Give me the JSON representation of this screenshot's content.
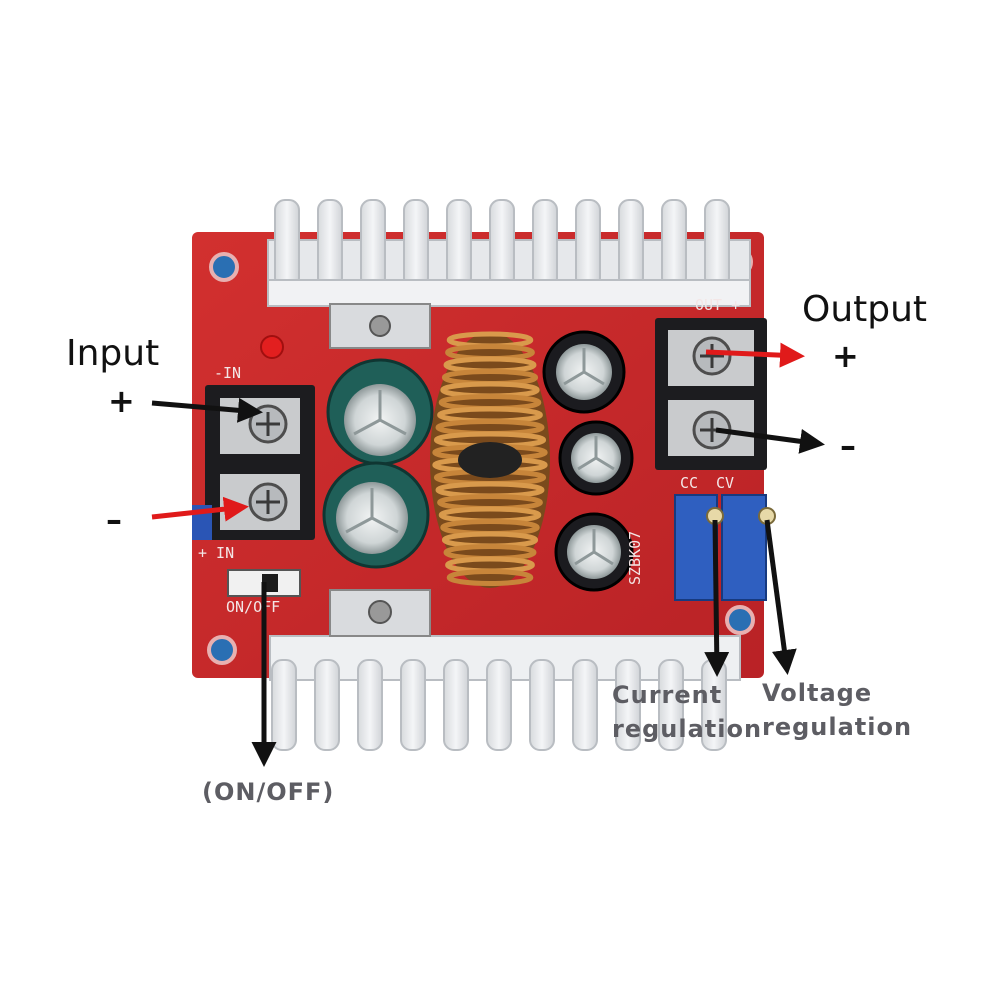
{
  "labels": {
    "input": "Input",
    "input_plus": "+",
    "input_minus": "–",
    "output": "Output",
    "output_plus": "+",
    "output_minus": "–",
    "current_regulation": "Current\nregulation",
    "voltage_regulation": "Voltage\nregulation",
    "on_off": "(ON/OFF)"
  },
  "pcb_silkscreen": {
    "in_minus": "-IN",
    "in_plus": "+ IN",
    "out": "OUT +",
    "cc": "CC",
    "cv": "CV",
    "on_off": "ON/OFF",
    "model": "SZBK07"
  },
  "colors": {
    "pcb": "#c8282c",
    "heatsink": "#e9ebee",
    "terminal": "#1c1c1f",
    "potentiometer": "#2f5fc0",
    "arrow_red": "#e01a1a",
    "arrow_black": "#111111",
    "callout_text": "#5d5d63"
  }
}
